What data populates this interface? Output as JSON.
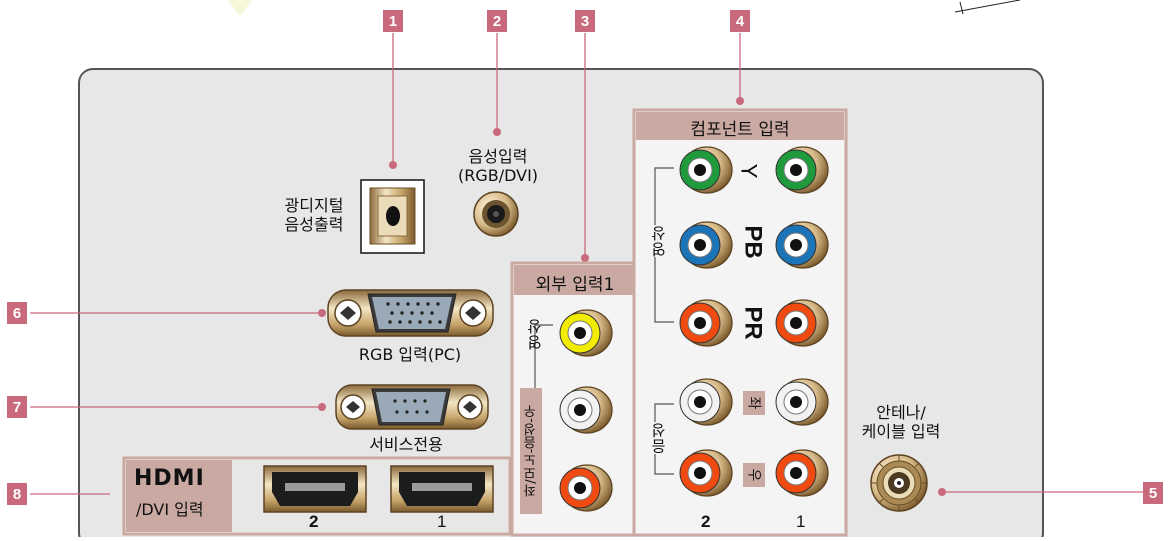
{
  "callouts": [
    "1",
    "2",
    "3",
    "4",
    "5",
    "6",
    "7",
    "8"
  ],
  "labels": {
    "optical_line1": "광디지털",
    "optical_line2": "음성출력",
    "audio_in_line1": "음성입력",
    "audio_in_line2": "(RGB/DVI)",
    "external_input": "외부 입력1",
    "component_input": "컴포넌트 입력",
    "rgb_input": "RGB 입력(PC)",
    "service": "서비스전용",
    "antenna_line1": "안테나/",
    "antenna_line2": "케이블 입력",
    "hdmi_logo": "HDMI",
    "hdmi_sub": "/DVI 입력",
    "hdmi_num_2": "2",
    "hdmi_num_1": "1",
    "comp_num_2": "2",
    "comp_num_1": "1",
    "video_v": "영상",
    "left_mono_audio": "좌/모노-음성-우",
    "comp_video_v": "영상",
    "comp_audio_v": "음성",
    "y_label": "Y",
    "pb_label": "PB",
    "pr_label": "PR",
    "jwa": "좌",
    "u": "우"
  },
  "colors": {
    "badge": "#c9697c",
    "panel": "#e7e7e7",
    "section_header": "#caa9a2",
    "green": "#1f9a3c",
    "blue": "#1b73b8",
    "red": "#f04a10",
    "yellow": "#f1ec00",
    "white": "#f2f2f2",
    "line": "#c9697c"
  },
  "icons": [
    "optical-port-icon",
    "audio-jack-icon",
    "vga-port-icon",
    "service-port-icon",
    "hdmi-port-icon",
    "rca-jack-icon",
    "antenna-coax-icon"
  ]
}
